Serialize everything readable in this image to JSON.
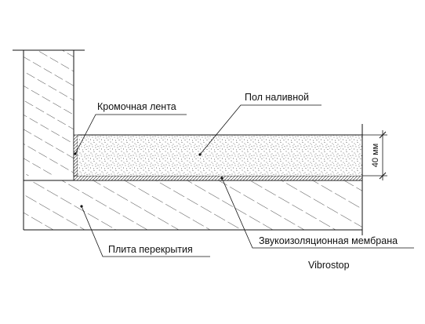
{
  "labels": {
    "edge_tape": "Кромочная лента",
    "screed": "Пол наливной",
    "slab": "Плита перекрытия",
    "membrane": "Звукоизоляционная мембрана",
    "brand": "Vibrostop"
  },
  "dimension": {
    "thickness": "40 мм"
  },
  "colors": {
    "line": "#111111",
    "hatch": "#222222",
    "background": "#ffffff"
  }
}
